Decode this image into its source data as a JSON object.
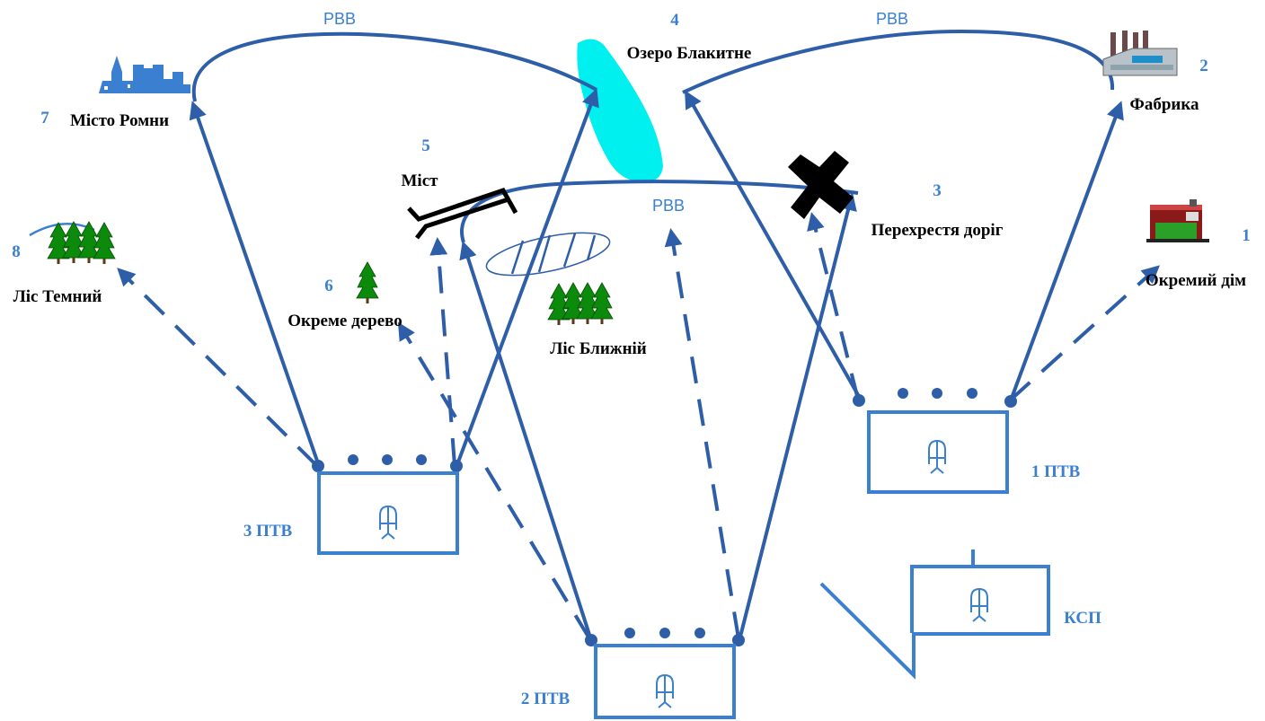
{
  "colors": {
    "line": "#2e5ea8",
    "accent": "#3a7fd0",
    "lake": "#00f0f0",
    "tree": "#0b8a0b"
  },
  "landmarks": {
    "house": {
      "num": "1",
      "label": "Окремий дім",
      "icon": "house-icon"
    },
    "factory": {
      "num": "2",
      "label": "Фабрика",
      "icon": "factory-icon"
    },
    "cross": {
      "num": "3",
      "label": "Перехрестя доріг",
      "icon": "crossroads-icon"
    },
    "lake": {
      "num": "4",
      "label": "Озеро  Блакитне",
      "icon": "lake-icon"
    },
    "bridge": {
      "num": "5",
      "label": "Міст",
      "icon": "bridge-icon"
    },
    "tree": {
      "num": "6",
      "label": "Окреме дерево",
      "icon": "tree-icon"
    },
    "city": {
      "num": "7",
      "label": "Місто Ромни",
      "icon": "city-icon"
    },
    "forest_dark": {
      "num": "8",
      "label": "Ліс Темний",
      "icon": "forest-icon"
    },
    "forest_near": {
      "label": "Ліс Ближній",
      "icon": "forest-icon"
    }
  },
  "posts": {
    "p1": {
      "label": "1 ПТВ"
    },
    "p2": {
      "label": "2 ПТВ"
    },
    "p3": {
      "label": "3 ПТВ"
    },
    "ksp": {
      "label": "КСП"
    }
  },
  "sectors": {
    "left": "РВВ",
    "right": "РВВ",
    "middle": "РВВ"
  }
}
